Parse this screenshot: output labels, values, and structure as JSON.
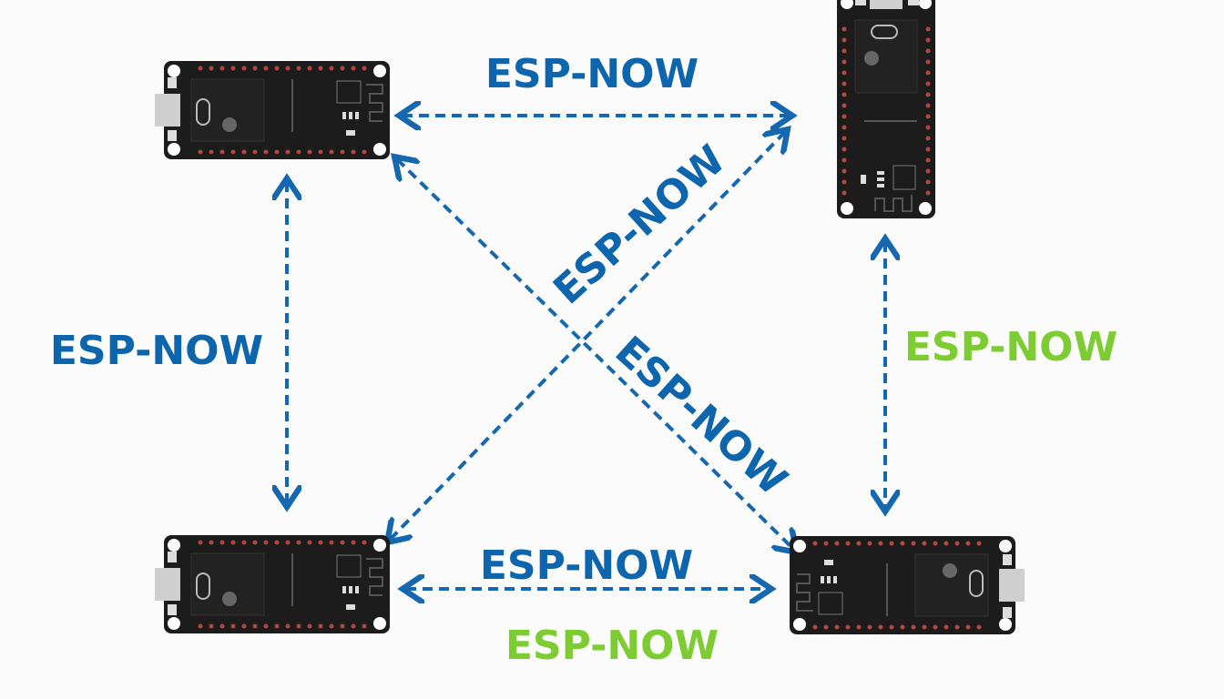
{
  "colors": {
    "blue": "#0d66ad",
    "green": "#7ccc32",
    "board": "#1c1c1c"
  },
  "labels": {
    "top": "ESP-NOW",
    "left": "ESP-NOW",
    "right": "ESP-NOW",
    "bottom_blue": "ESP-NOW",
    "bottom_green": "ESP-NOW",
    "diagonal_up": "ESP-NOW",
    "diagonal_down": "ESP-NOW"
  },
  "nodes": [
    "esp32-top-left",
    "esp32-top-right",
    "esp32-bottom-left",
    "esp32-bottom-right"
  ]
}
